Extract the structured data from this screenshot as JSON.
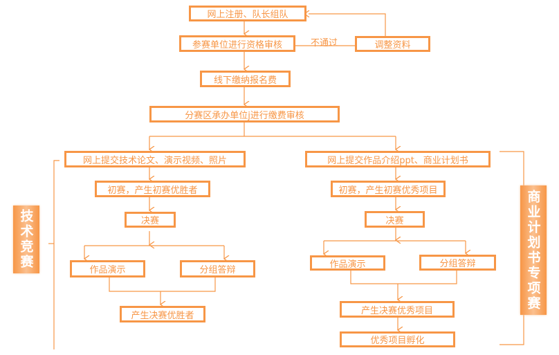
{
  "top": {
    "register": "网上注册、队长组队",
    "qualify": "参赛单位进行资格审核",
    "adjust": "调整资料",
    "fail_label": "不通过",
    "fee": "线下缴纳报名费",
    "district_review": "分赛区承办单位j进行缴费审核"
  },
  "tech": {
    "title": "技术竞赛",
    "submit": "网上提交技术论文、演示视频、照片",
    "prelim": "初赛，产生初赛优胜者",
    "final": "决赛",
    "demo": "作品演示",
    "defense": "分组答辩",
    "winner": "产生决赛优胜者"
  },
  "biz": {
    "title": "商业计划书专项赛",
    "submit": "网上提交作品介绍ppt、商业计划书",
    "prelim": "初赛，产生初赛优秀项目",
    "final": "决赛",
    "demo": "作品演示",
    "defense": "分组答辩",
    "winner": "产生决赛优秀项目",
    "incubate": "优秀项目孵化"
  },
  "colors": {
    "accent": "#F79646"
  }
}
